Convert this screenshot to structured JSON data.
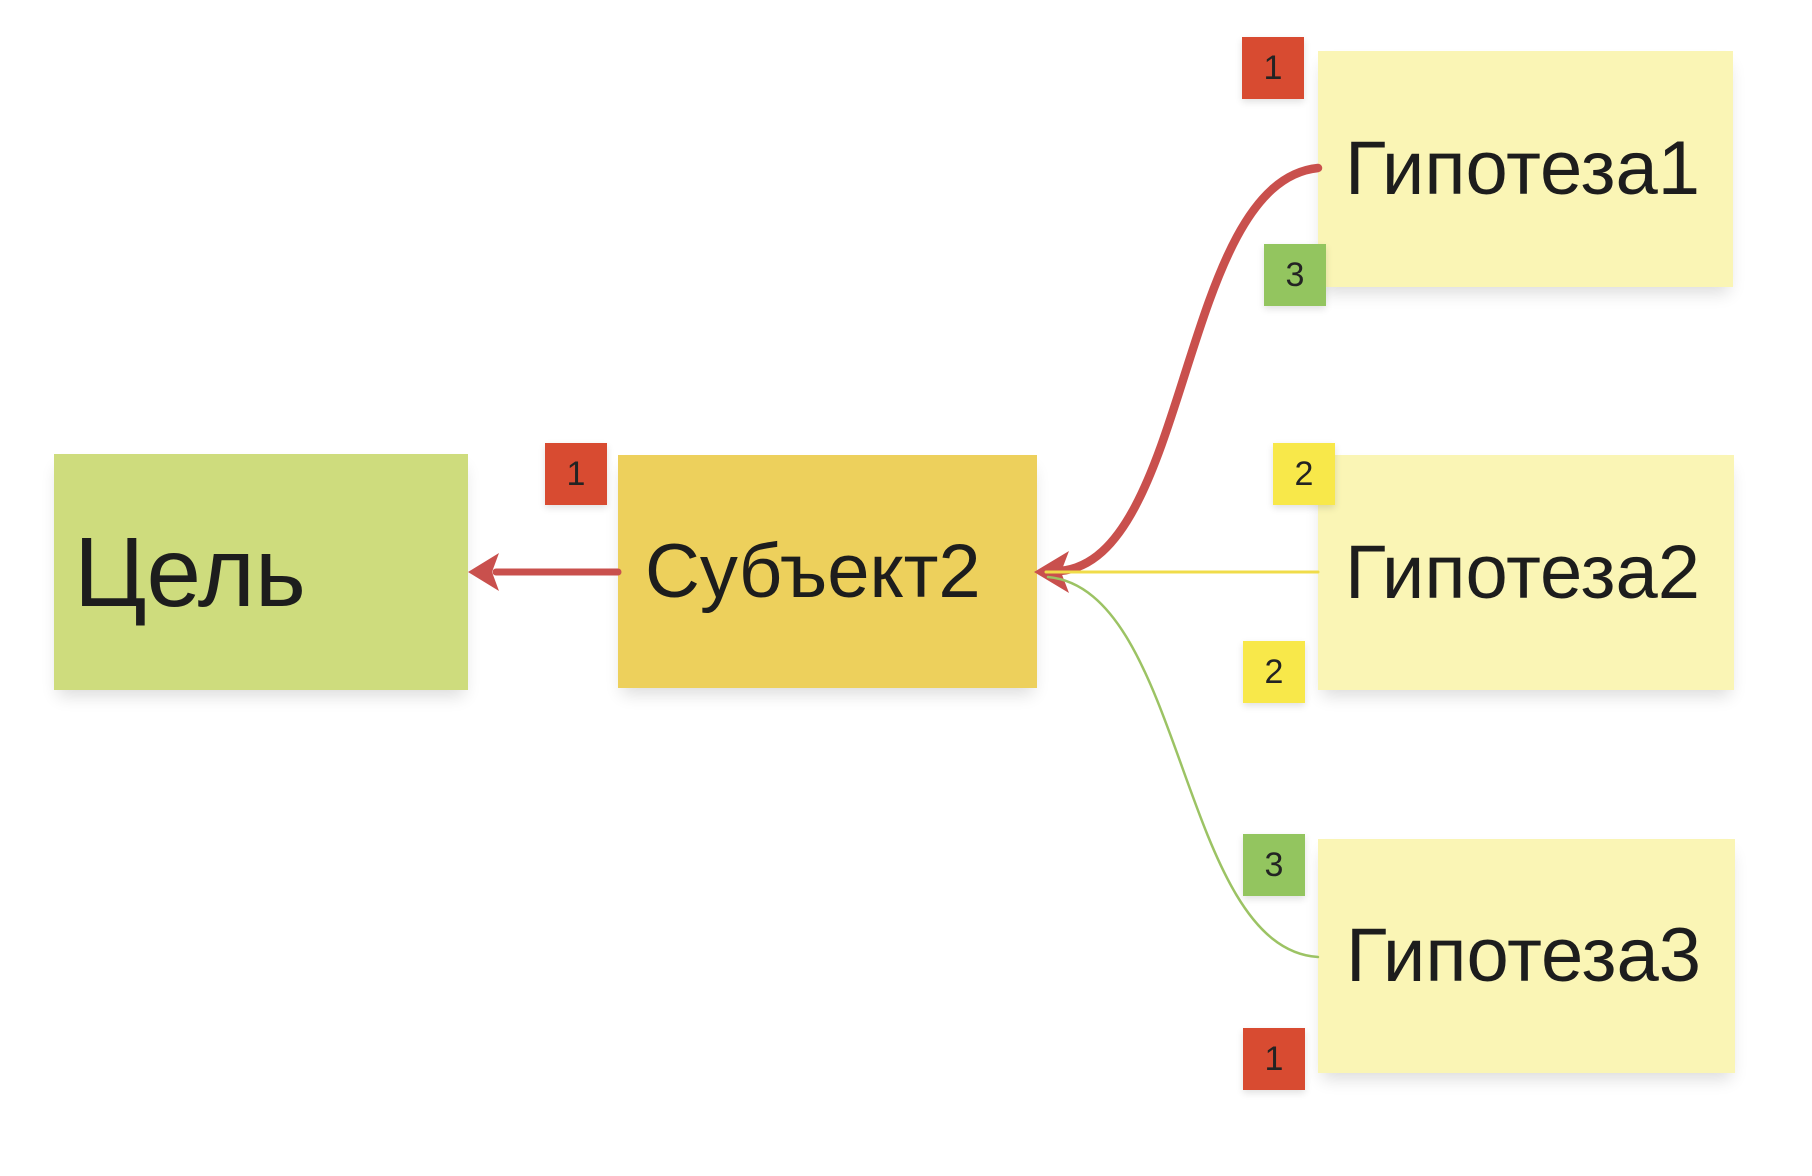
{
  "board": {
    "background": "#ffffff"
  },
  "nodes": {
    "goal": {
      "label": "Цель",
      "fill": "#cedc7d",
      "text_color": "#1d1d1d"
    },
    "subject2": {
      "label": "Субъект2",
      "fill": "#edd05c",
      "text_color": "#1d1d1d"
    },
    "hypothesis1": {
      "label": "Гипотеза1",
      "fill": "#faf5b5",
      "text_color": "#1d1d1d"
    },
    "hypothesis2": {
      "label": "Гипотеза2",
      "fill": "#faf5b5",
      "text_color": "#1d1d1d"
    },
    "hypothesis3": {
      "label": "Гипотеза3",
      "fill": "#faf5b5",
      "text_color": "#1d1d1d"
    }
  },
  "badges": {
    "goal_link": {
      "value": "1",
      "fill": "#d84b31"
    },
    "hyp1_top": {
      "value": "1",
      "fill": "#d84b31"
    },
    "hyp1_bottom": {
      "value": "3",
      "fill": "#93c55f"
    },
    "hyp2_top": {
      "value": "2",
      "fill": "#f8e84a"
    },
    "hyp2_bottom": {
      "value": "2",
      "fill": "#f8e84a"
    },
    "hyp3_top": {
      "value": "3",
      "fill": "#93c55f"
    },
    "hyp3_bottom": {
      "value": "1",
      "fill": "#d84b31"
    }
  },
  "connectors": {
    "subject2_to_goal": {
      "color": "#c9504d"
    },
    "hyp1_to_subject2": {
      "color": "#c9504d"
    },
    "hyp2_to_subject2": {
      "color": "#f0dc4a"
    },
    "hyp3_to_subject2": {
      "color": "#9cc364"
    }
  }
}
